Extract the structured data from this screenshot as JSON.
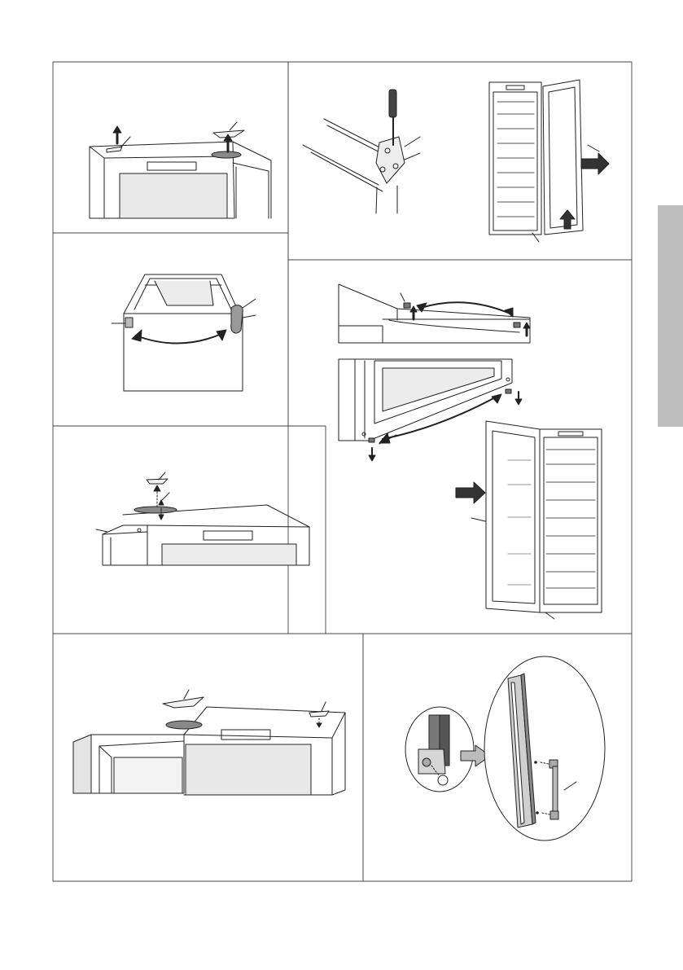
{
  "page": {
    "background": "#ffffff",
    "line_color": "#222222",
    "tab_color": "#bdbdbd"
  },
  "figures": [
    {
      "name": "top-cover-removal"
    },
    {
      "name": "hinge-screw-removal-and-door-lift"
    },
    {
      "name": "hinge-pivot-transfer"
    },
    {
      "name": "pivot-pin-and-plug-swap"
    },
    {
      "name": "hinge-remount"
    },
    {
      "name": "cover-refit"
    },
    {
      "name": "handle-relocation"
    }
  ]
}
